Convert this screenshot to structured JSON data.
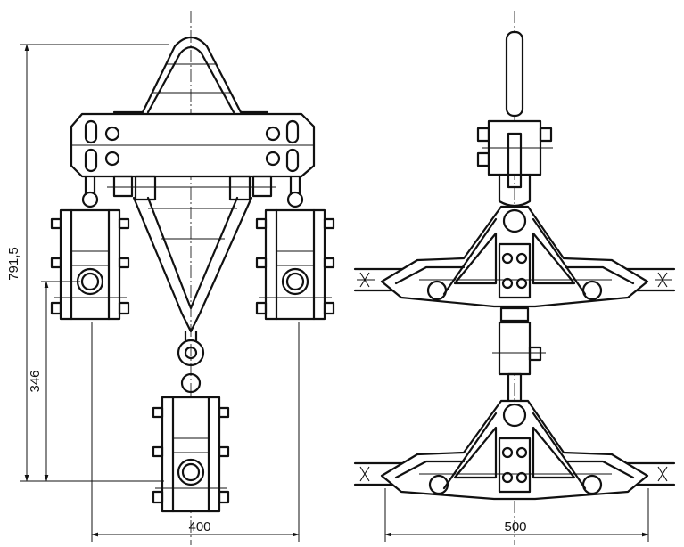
{
  "dimensions": {
    "overall_height": "791,5",
    "lower_height": "346",
    "front_width": "400",
    "side_width": "500"
  }
}
